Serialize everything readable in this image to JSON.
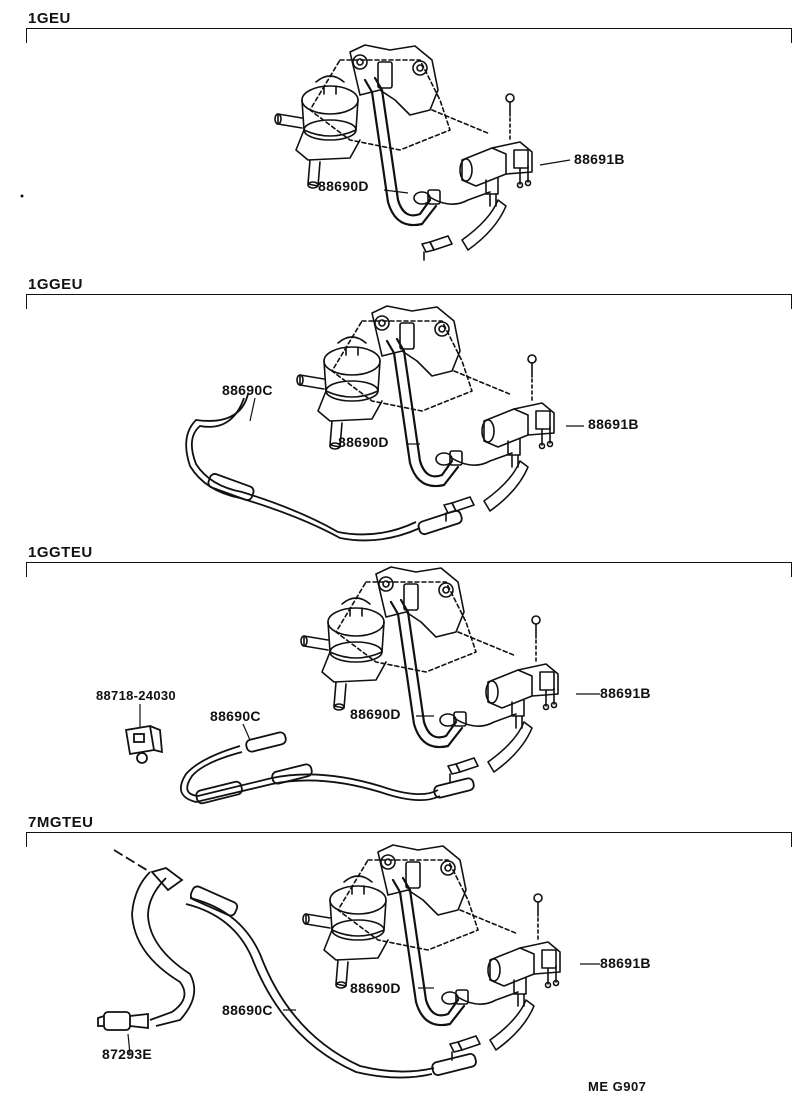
{
  "sections": [
    {
      "title": "1GEU",
      "callouts": {
        "pipe": "88690D",
        "valve": "88691B"
      }
    },
    {
      "title": "1GGEU",
      "callouts": {
        "pipe": "88690D",
        "valve": "88691B",
        "hose": "88690C"
      }
    },
    {
      "title": "1GGTEU",
      "callouts": {
        "pipe": "88690D",
        "valve": "88691B",
        "hose": "88690C",
        "bracket": "88718-24030"
      }
    },
    {
      "title": "7MGTEU",
      "callouts": {
        "pipe": "88690D",
        "valve": "88691B",
        "hose": "88690C",
        "sensor": "87293E"
      }
    }
  ],
  "footer": "ME  G907",
  "colors": {
    "ink": "#111111",
    "paper": "#ffffff"
  }
}
